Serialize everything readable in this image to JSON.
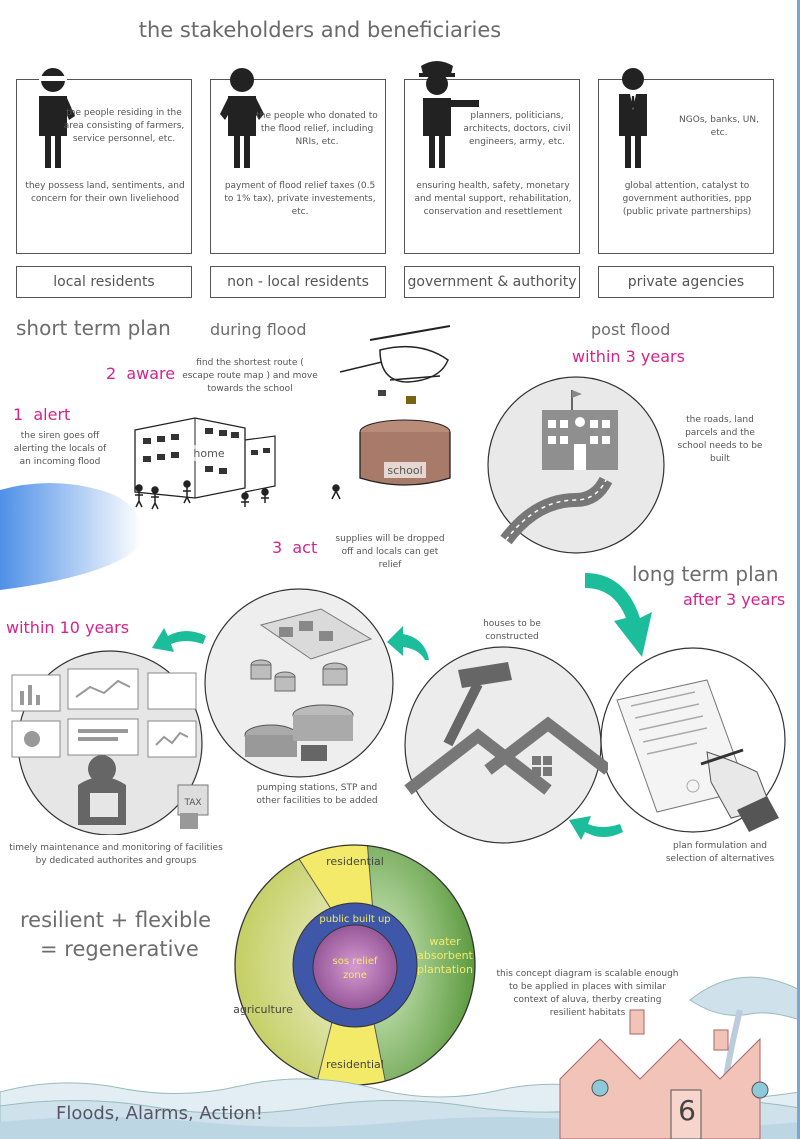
{
  "title": "the stakeholders and beneficiaries",
  "stakeholders": [
    {
      "desc": "the people residing in the area consisting of farmers, service personnel, etc.",
      "role": "they possess land, sentiments, and concern for their own liveliehood",
      "label": "local residents"
    },
    {
      "desc": "the people who donated to the flood relief, including NRIs, etc.",
      "role": "payment of flood relief taxes (0.5 to 1% tax), private investements, etc.",
      "label": "non - local residents"
    },
    {
      "desc": "planners, politicians, architects, doctors, civil engineers, army, etc.",
      "role": "ensuring health, safety, monetary and mental support, rehabilitation, conservation and resettlement",
      "label": "government & authority"
    },
    {
      "desc": "NGOs, banks, UN, etc.",
      "role": "global attention, catalyst to government authorities, ppp (public private partnerships)",
      "label": "private agencies"
    }
  ],
  "short_term": {
    "title": "short term plan",
    "during": "during flood",
    "steps": [
      {
        "num": "1",
        "name": "alert",
        "text": "the siren goes off alerting the locals of an incoming flood"
      },
      {
        "num": "2",
        "name": "aware",
        "text": "find the shortest route ( escape route map ) and move towards the school"
      },
      {
        "num": "3",
        "name": "act",
        "text": "supplies will be dropped off and locals can get relief"
      }
    ],
    "home_label": "home",
    "school_label": "school"
  },
  "post_flood": {
    "title": "post flood",
    "timeframe": "within 3 years",
    "text": "the roads, land parcels and the school needs to be built"
  },
  "long_term": {
    "title": "long term plan",
    "timeframe": "after 3 years",
    "plan_text": "plan formulation and selection of alternatives",
    "houses_text": "houses to be constructed",
    "facilities_text": "pumping stations, STP and other facilities to be added",
    "ten_years": "within 10 years",
    "maintenance_text": "timely maintenance and monitoring of facilities by dedicated authorites and groups",
    "tax_label": "TAX"
  },
  "concept": {
    "line1": "resilient + flexible",
    "line2": "= regenerative",
    "residential_top": "residential",
    "residential_bottom": "residential",
    "agriculture": "agriculture",
    "water_line1": "water",
    "water_line2": "absorbent",
    "water_line3": "plantation",
    "public": "public built up",
    "sos_line1": "sos relief",
    "sos_line2": "zone",
    "text": "this concept diagram is scalable enough to be applied in places with similar context of aluva, therby creating resilient habitats"
  },
  "footer": {
    "title": "Floods, Alarms, Action!",
    "page": "6"
  },
  "colors": {
    "magenta": "#d6238b",
    "teal": "#1bbd9b",
    "card_border": "#555555",
    "green": "#3f8f1f",
    "yellow": "#f2ea6b",
    "blue": "#3d55a8"
  }
}
